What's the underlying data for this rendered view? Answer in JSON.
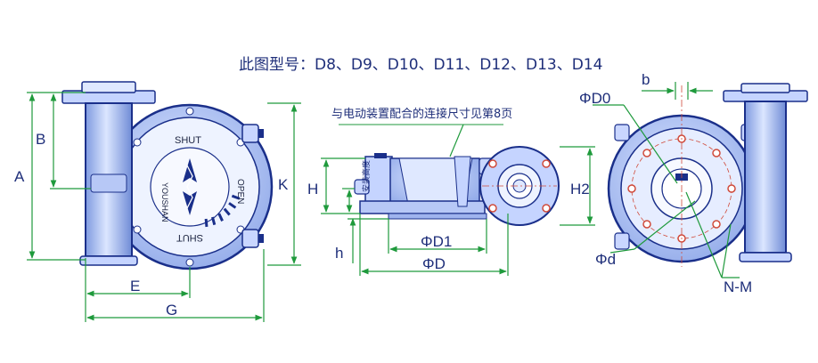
{
  "title": "此图型号：D8、D9、D10、D11、D12、D13、D14",
  "note": "与电动装置配合的连接尺寸见第8页",
  "colors": {
    "body_fill": "#a9bff0",
    "body_stroke": "#1a2f8a",
    "dimension_line": "#1f9a3c",
    "text": "#1f2f7a",
    "bolt_circle": "#d04a3a"
  },
  "front_view": {
    "markings": {
      "shut_top": "SHUT",
      "shut_bottom": "SHUT",
      "open": "OPEN",
      "brand": "YOUSHAN"
    },
    "dims": {
      "A": "A",
      "B": "B",
      "E": "E",
      "G": "G",
      "K": "K"
    }
  },
  "side_view": {
    "dims": {
      "H": "H",
      "h": "h",
      "H2": "H2",
      "D1": "ΦD1",
      "D": "ΦD"
    },
    "install_height_label": "安装高度"
  },
  "flange_view": {
    "dims": {
      "D0": "ΦD0",
      "d": "Φd",
      "b": "b",
      "NM": "N-M"
    }
  }
}
